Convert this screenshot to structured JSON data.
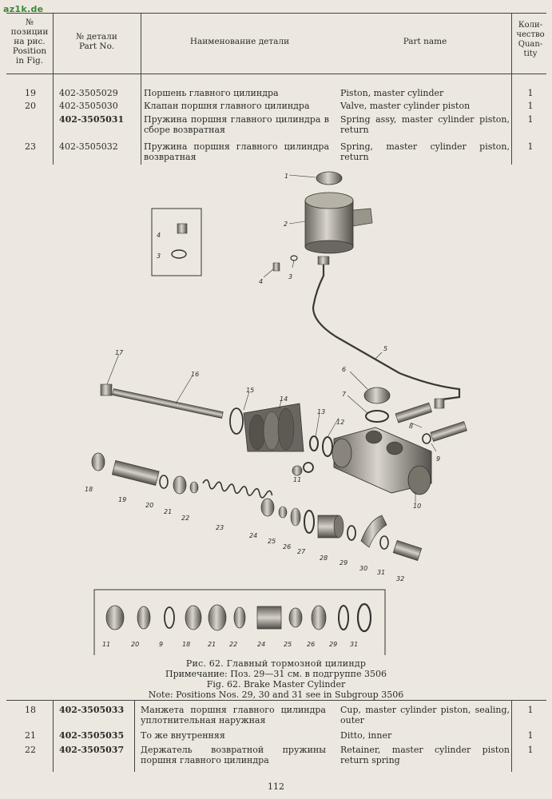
{
  "watermark": "az1k.de",
  "header": {
    "pos": "№\nпозиции\nна рис.\nPosition\nin Fig.",
    "part_no": "№ детали\nPart No.",
    "name_ru": "Наименование детали",
    "name_en": "Part name",
    "qty": "Коли-\nчество\nQuan-\ntity"
  },
  "rows_top": [
    {
      "pos": "19",
      "part_no": "402-3505029",
      "ru": "Поршень главного цилиндра",
      "en": "Piston, master cylinder",
      "qty": "1"
    },
    {
      "pos": "20",
      "part_no": "402-3505030",
      "ru": "Клапан поршня главного цилиндра",
      "en": "Valve, master cylinder piston",
      "qty": "1"
    },
    {
      "pos": "",
      "part_no": "402-3505031",
      "ru": "Пружина поршня главного цилиндра в сборе возвратная",
      "en": "Spring assy, master cylinder piston, return",
      "qty": "1"
    },
    {
      "pos": "23",
      "part_no": "402-3505032",
      "ru": "Пружина поршня главного цилиндра возвратная",
      "en": "Spring, master cylinder piston, return",
      "qty": "1"
    }
  ],
  "figure_labels": {
    "main": [
      "1",
      "2",
      "3",
      "4",
      "5",
      "6",
      "7",
      "8",
      "9",
      "10",
      "11",
      "12",
      "13",
      "14",
      "15",
      "16",
      "17",
      "18",
      "19",
      "20",
      "21",
      "22",
      "23",
      "24",
      "25",
      "26",
      "27",
      "28",
      "29",
      "30",
      "31",
      "32"
    ],
    "inset_top": [
      "4",
      "3"
    ],
    "inset_bottom": [
      "11",
      "20",
      "9",
      "18",
      "21",
      "22",
      "24",
      "25",
      "26",
      "29",
      "31"
    ]
  },
  "caption": {
    "ru_title": "Рис. 62. Главный тормозной цилиндр",
    "ru_note": "Примечание: Поз. 29—31 см. в подгруппе 3506",
    "en_title": "Fig. 62. Brake Master Cylinder",
    "en_note": "Note: Positions Nos. 29, 30 and 31 see in Subgroup 3506"
  },
  "rows_bottom": [
    {
      "pos": "18",
      "part_no": "402-3505033",
      "ru": "Манжета поршня главного цилиндра уплотнительная наружная",
      "en": "Cup, master cylinder piston, sealing, outer",
      "qty": "1"
    },
    {
      "pos": "21",
      "part_no": "402-3505035",
      "ru": "То же внутренняя",
      "en": "Ditto, inner",
      "qty": "1"
    },
    {
      "pos": "22",
      "part_no": "402-3505037",
      "ru": "Держатель возвратной пружины поршня главного цилиндра",
      "en": "Retainer, master cylinder piston return spring",
      "qty": "1"
    }
  ],
  "page_number": "112"
}
